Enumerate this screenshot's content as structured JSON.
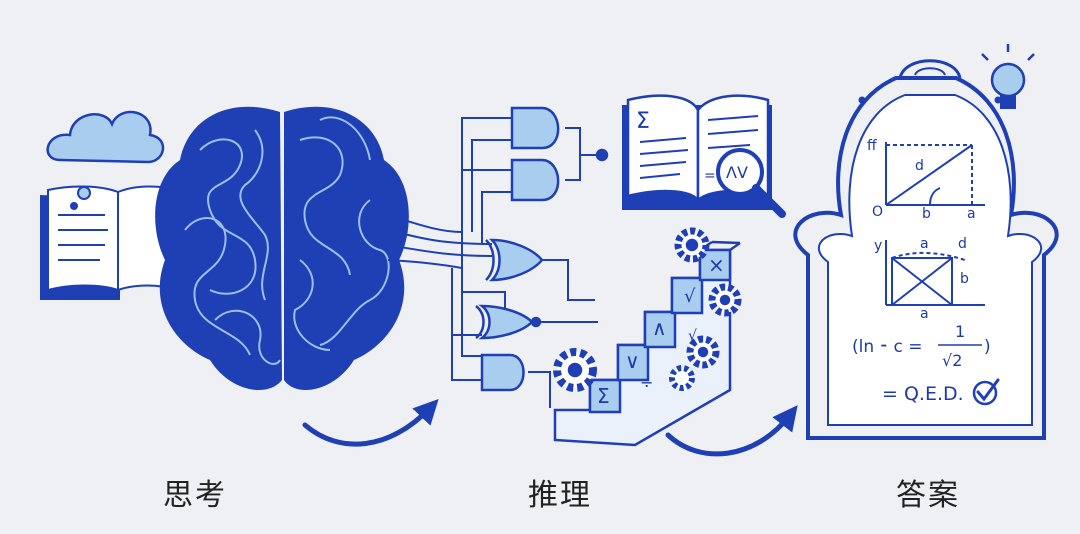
{
  "stages": [
    {
      "key": "think",
      "label": "思考"
    },
    {
      "key": "reason",
      "label": "推理"
    },
    {
      "key": "answer",
      "label": "答案"
    }
  ],
  "colors": {
    "primary": "#1f3fb5",
    "light": "#a9cdee",
    "background": "#eef0f4",
    "text": "#222222"
  },
  "icons": [
    "cloud-icon",
    "open-book-icon",
    "brain-icon",
    "logic-gates-icon",
    "magnifier-icon",
    "gear-icon",
    "staircase-icon",
    "lightbulb-icon",
    "keyhole-frame-icon",
    "check-icon"
  ],
  "reason_book": {
    "sigma": "Σ",
    "lens_text": "ΛV",
    "eq": "="
  },
  "stairs": {
    "symbols": [
      "Σ",
      "∨",
      "∧",
      "√",
      "×",
      "÷",
      "√"
    ]
  },
  "answer_panel": {
    "graph1": {
      "y_label": "ff",
      "origin": "O",
      "d": "d",
      "b": "b",
      "a": "a"
    },
    "graph2": {
      "y_label": "y",
      "a_top": "a",
      "d": "d",
      "b": "b",
      "a_bottom": "a"
    },
    "formula": {
      "left": "(ln ⁃ c =",
      "numerator": "1",
      "denominator": "√2",
      "right": ")"
    },
    "qed": "= Q.E.D."
  }
}
